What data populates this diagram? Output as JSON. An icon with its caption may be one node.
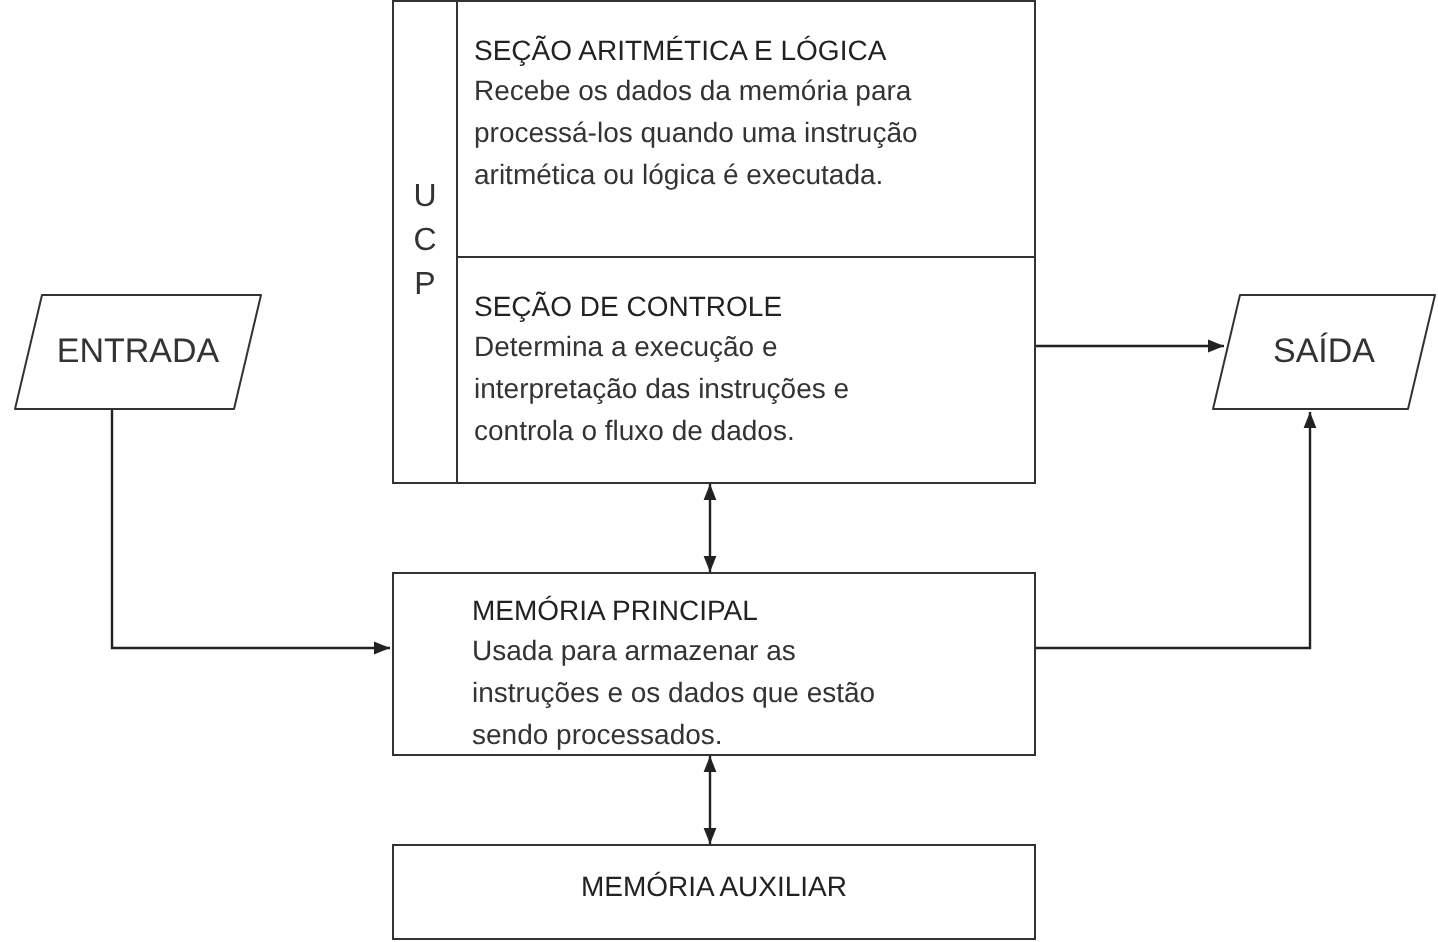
{
  "diagram": {
    "nodes": [
      {
        "text": [
          "UCP"
        ]
      },
      {
        "text": [
          "SEÇÃO ARITMÉTICA E LÓGICA",
          "Recebe os dados da memória para processá-los quando uma instrução aritmética ou lógica é executada."
        ],
        "in": 0
      },
      {
        "text": [
          "SEÇÃO DE CONTROLE",
          "Determina a execução e interpretação das instruções e controla o fluxo de dados."
        ],
        "in": 0
      },
      {
        "text": [
          "ENTRADA"
        ]
      },
      {
        "text": [
          "SAÍDA"
        ]
      },
      {
        "text": [
          "MEMÓRIA PRINCIPAL",
          "Usada para armazenar as instruções e os dados que estão sendo processados."
        ]
      },
      {
        "text": [
          "MEMÓRIA AUXILIAR"
        ]
      }
    ],
    "edges": [
      {
        "from": 0,
        "to": 4,
        "arrow": "to"
      },
      {
        "from": 3,
        "to": 5,
        "arrow": "to"
      },
      {
        "from": 5,
        "to": 4,
        "arrow": "to"
      },
      {
        "from": 0,
        "to": 5,
        "arrow": "both"
      },
      {
        "from": 5,
        "to": 6,
        "arrow": "both"
      }
    ]
  }
}
